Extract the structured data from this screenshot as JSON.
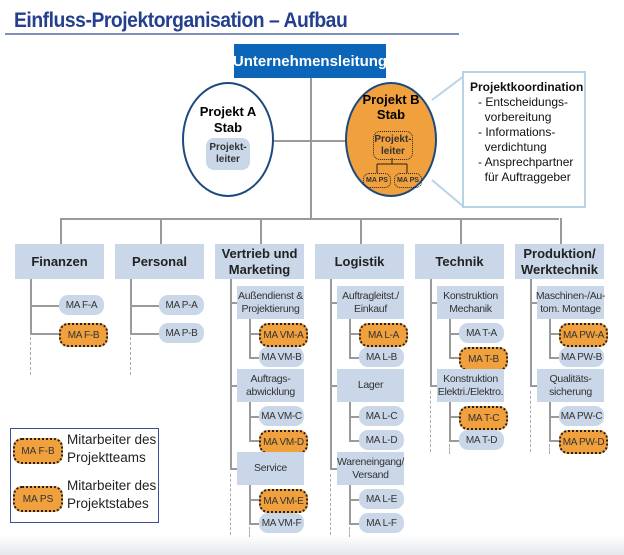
{
  "title": "Einfluss-Projektorganisation – Aufbau",
  "top": "Unternehmensleitung",
  "projekt_a": {
    "title_1": "Projekt A",
    "title_2": "Stab",
    "leiter": "Projekt-\nleiter"
  },
  "projekt_b": {
    "title_1": "Projekt B",
    "title_2": "Stab",
    "leiter": "Projekt-\nleiter",
    "ps1": "MA PS",
    "ps2": "MA PS"
  },
  "callout": {
    "title": "Projektkoordination",
    "items": [
      "- Entscheidungs-\n  vorbereitung",
      "- Informations-\n  verdichtung",
      "- Ansprechpartner\n  für Auftraggeber"
    ]
  },
  "colors": {
    "primary": "#0b65b9",
    "light": "#c9d7e8",
    "team": "#f0a03c",
    "title": "#233f8e"
  },
  "columns": [
    {
      "title": "Finanzen",
      "groups": [
        {
          "label": null,
          "members": [
            {
              "label": "MA F-A",
              "team": false
            },
            {
              "label": "MA F-B",
              "team": true
            }
          ]
        }
      ]
    },
    {
      "title": "Personal",
      "groups": [
        {
          "label": null,
          "members": [
            {
              "label": "MA P-A",
              "team": false
            },
            {
              "label": "MA P-B",
              "team": false
            }
          ]
        }
      ]
    },
    {
      "title": "Vertrieb und Marketing",
      "groups": [
        {
          "label": "Außendienst & Projektierung",
          "members": [
            {
              "label": "MA VM-A",
              "team": true
            },
            {
              "label": "MA VM-B",
              "team": false
            }
          ]
        },
        {
          "label": "Auftrags-abwicklung",
          "members": [
            {
              "label": "MA VM-C",
              "team": false
            },
            {
              "label": "MA VM-D",
              "team": true
            }
          ]
        },
        {
          "label": "Service",
          "members": [
            {
              "label": "MA VM-E",
              "team": true
            },
            {
              "label": "MA VM-F",
              "team": false
            }
          ]
        }
      ]
    },
    {
      "title": "Logistik",
      "groups": [
        {
          "label": "Auftragleitst./ Einkauf",
          "members": [
            {
              "label": "MA L-A",
              "team": true
            },
            {
              "label": "MA L-B",
              "team": false
            }
          ]
        },
        {
          "label": "Lager",
          "members": [
            {
              "label": "MA L-C",
              "team": false
            },
            {
              "label": "MA L-D",
              "team": false
            }
          ]
        },
        {
          "label": "Wareneingang/ Versand",
          "members": [
            {
              "label": "MA L-E",
              "team": false
            },
            {
              "label": "MA L-F",
              "team": false
            }
          ]
        }
      ]
    },
    {
      "title": "Technik",
      "groups": [
        {
          "label": "Konstruktion Mechanik",
          "members": [
            {
              "label": "MA T-A",
              "team": false
            },
            {
              "label": "MA T-B",
              "team": true
            }
          ]
        },
        {
          "label": "Konstruktion Elektri./Elektro.",
          "members": [
            {
              "label": "MA T-C",
              "team": true
            },
            {
              "label": "MA T-D",
              "team": false
            }
          ]
        }
      ]
    },
    {
      "title": "Produktion/ Werktechnik",
      "groups": [
        {
          "label": "Maschinen-/Au-tom. Montage",
          "members": [
            {
              "label": "MA PW-A",
              "team": true
            },
            {
              "label": "MA PW-B",
              "team": false
            }
          ]
        },
        {
          "label": "Qualitäts-sicherung",
          "members": [
            {
              "label": "MA PW-C",
              "team": false
            },
            {
              "label": "MA PW-D",
              "team": true
            }
          ]
        }
      ]
    }
  ],
  "legend": [
    {
      "chip": "MA F-B",
      "text": "Mitarbeiter des Projektteams"
    },
    {
      "chip": "MA PS",
      "text": "Mitarbeiter des Projektstabes"
    }
  ]
}
